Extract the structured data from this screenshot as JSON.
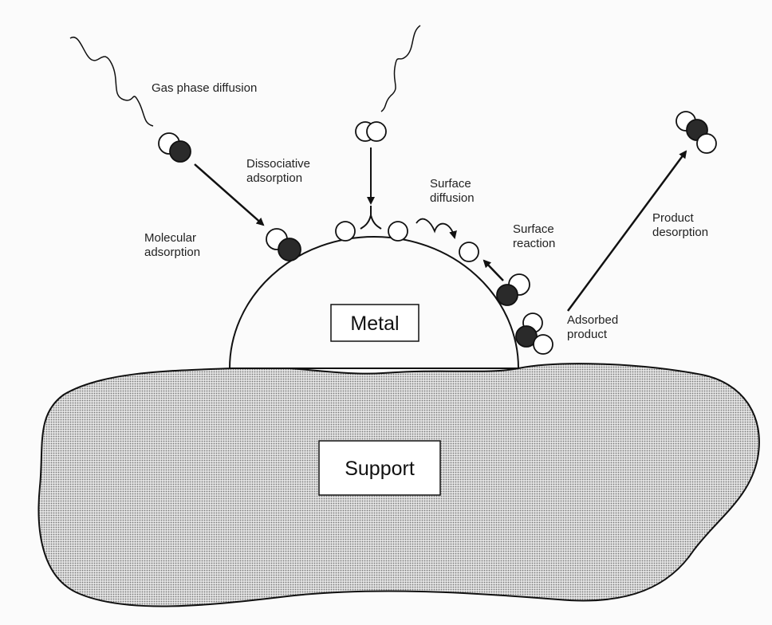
{
  "labels": {
    "gas_phase_diffusion": "Gas phase diffusion",
    "dissociative_adsorption": [
      "Dissociative",
      "adsorption"
    ],
    "surface_diffusion": [
      "Surface",
      "diffusion"
    ],
    "surface_reaction": [
      "Surface",
      "reaction"
    ],
    "molecular_adsorption": [
      "Molecular",
      "adsorption"
    ],
    "product_desorption": [
      "Product",
      "desorption"
    ],
    "adsorbed_product": [
      "Adsorbed",
      "product"
    ],
    "metal": "Metal",
    "support": "Support"
  },
  "colors": {
    "support_fill": "#c8c8c8",
    "atom_dark": "#2a2a2a",
    "line": "#111111"
  }
}
